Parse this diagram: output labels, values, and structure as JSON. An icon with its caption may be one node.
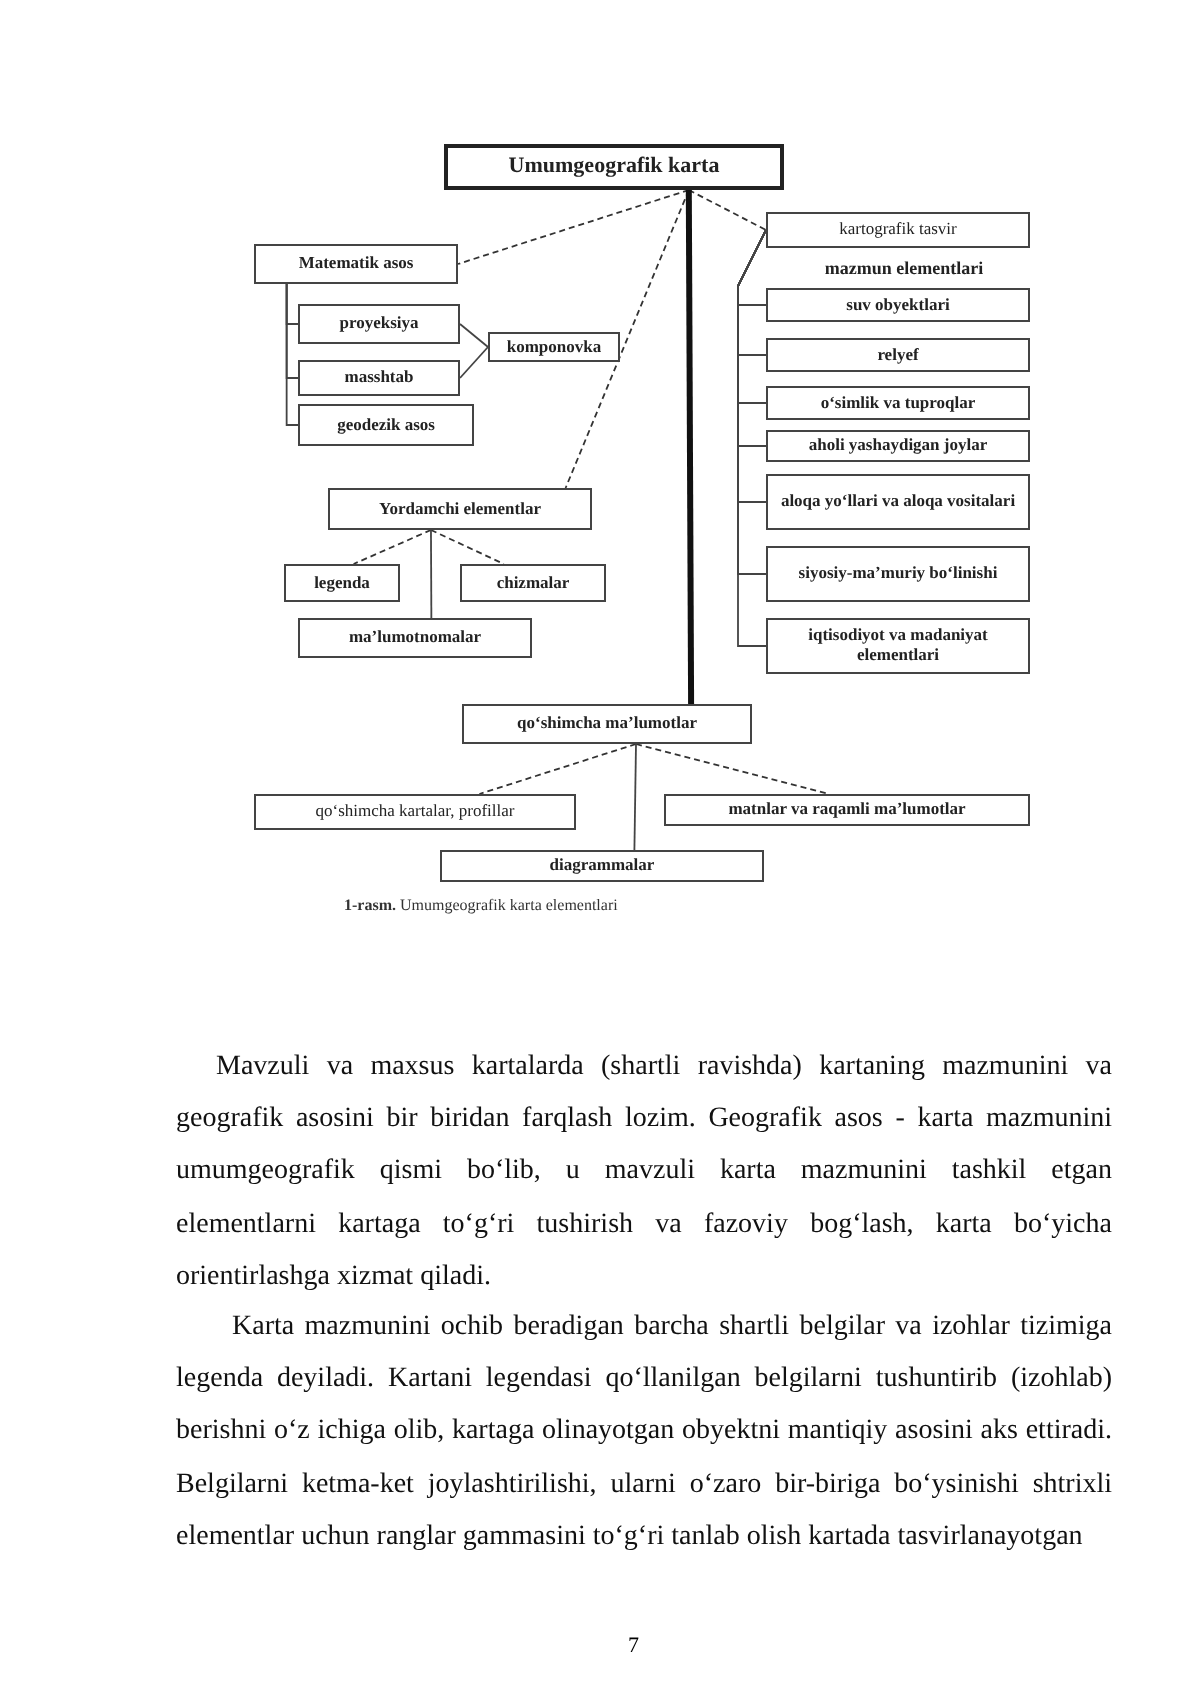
{
  "diagram": {
    "caption": "**1-rasm.** Umumgeografik karta elementlari",
    "nodes": [
      {
        "text": [
          "Umumgeografik karta"
        ]
      },
      {
        "text": [
          "Matematik asos"
        ]
      },
      {
        "text": [
          "proyeksiya"
        ]
      },
      {
        "text": [
          "masshtab"
        ]
      },
      {
        "text": [
          "geodezik asos"
        ]
      },
      {
        "text": [
          "komponovka"
        ]
      },
      {
        "text": [
          "kartografik tasvir"
        ]
      },
      {
        "text": [
          "suv obyektlari"
        ]
      },
      {
        "text": [
          "relyef"
        ]
      },
      {
        "text": [
          "o‘simlik va tuproqlar"
        ]
      },
      {
        "text": [
          "aholi yashaydigan joylar"
        ]
      },
      {
        "text": [
          "aloqa yo‘llari va aloqa vositalari"
        ]
      },
      {
        "text": [
          "siyosiy-ma’muriy bo‘linishi"
        ]
      },
      {
        "text": [
          "iqtisodiyot va madaniyat elementlari"
        ]
      },
      {
        "text": [
          "Yordamchi elementlar"
        ]
      },
      {
        "text": [
          "legenda"
        ]
      },
      {
        "text": [
          "chizmalar"
        ]
      },
      {
        "text": [
          "ma’lumotnomalar"
        ]
      },
      {
        "text": [
          "qo‘shimcha ma’lumotlar"
        ]
      },
      {
        "text": [
          "qo‘shimcha kartalar, profillar"
        ]
      },
      {
        "text": [
          "matnlar va raqamli ma’lumotlar"
        ]
      },
      {
        "text": [
          "diagrammalar"
        ]
      }
    ],
    "edges": [
      {
        "from": 0,
        "to": 1,
        "arrow": "none",
        "style": "dashed"
      },
      {
        "from": 0,
        "to": 14,
        "arrow": "none",
        "style": "dashed"
      },
      {
        "from": 0,
        "to": 6,
        "arrow": "none",
        "style": "dashed"
      },
      {
        "from": 0,
        "to": 18,
        "arrow": "none",
        "style": "thick"
      },
      {
        "from": 1,
        "to": 2,
        "arrow": "none"
      },
      {
        "from": 1,
        "to": 3,
        "arrow": "none"
      },
      {
        "from": 1,
        "to": 4,
        "arrow": "none"
      },
      {
        "from": 2,
        "to": 5,
        "arrow": "none"
      },
      {
        "from": 3,
        "to": 5,
        "arrow": "none"
      },
      {
        "from": 6,
        "to": 7,
        "arrow": "none"
      },
      {
        "from": 6,
        "to": 8,
        "arrow": "none"
      },
      {
        "from": 6,
        "to": 9,
        "arrow": "none"
      },
      {
        "from": 6,
        "to": 10,
        "arrow": "none"
      },
      {
        "from": 6,
        "to": 11,
        "arrow": "none"
      },
      {
        "from": 6,
        "to": 12,
        "arrow": "none"
      },
      {
        "from": 6,
        "to": 13,
        "arrow": "none"
      },
      {
        "from": 14,
        "to": 15,
        "arrow": "none",
        "style": "dashed"
      },
      {
        "from": 14,
        "to": 16,
        "arrow": "none",
        "style": "dashed"
      },
      {
        "from": 14,
        "to": 17,
        "arrow": "none"
      },
      {
        "from": 18,
        "to": 19,
        "arrow": "none",
        "style": "dashed"
      },
      {
        "from": 18,
        "to": 20,
        "arrow": "none",
        "style": "dashed"
      },
      {
        "from": 18,
        "to": 21,
        "arrow": "none"
      }
    ],
    "labels": [
      "mazmun elementlari",
      "Mavzuli va maxsus kartalarda (shartli ravishda) kartaning mazmunini va geografik asosini bir biridan farqlash lozim. Geografik asos - karta mazmunini umumgeografik qismi bo‘lib, u mavzuli karta mazmunini tashkil etgan elementlarni kartaga to‘g‘ri tushirish va fazoviy bog‘lash, karta bo‘yicha orientirlashga xizmat qiladi.",
      "Karta mazmunini ochib beradigan barcha shartli belgilar va izohlar tizimiga legenda deyiladi. Kartani legendasi qo‘llanilgan belgilarni tushuntirib (izohlab) berishni o‘z ichiga olib, kartaga olinayotgan obyektni mantiqiy asosini aks ettiradi. Belgilarni ketma-ket joylashtirilishi, ularni o‘zaro bir-biriga bo‘ysinishi shtrixli elementlar uchun ranglar gammasini to‘g‘ri tanlab olish kartada tasvirlanayotgan",
      "7"
    ]
  }
}
